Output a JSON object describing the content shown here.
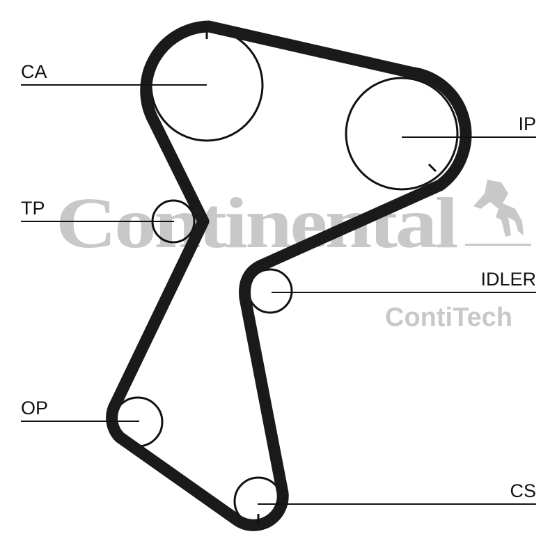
{
  "watermark": {
    "brand": "Continental",
    "sub_brand": "ContiTech",
    "color": "#c8c8c8"
  },
  "labels": {
    "ca": "CA",
    "ip": "IP",
    "tp": "TP",
    "idler": "IDLER",
    "op": "OP",
    "cs": "CS"
  },
  "colors": {
    "belt": "#1a1a1a",
    "line": "#111111"
  }
}
